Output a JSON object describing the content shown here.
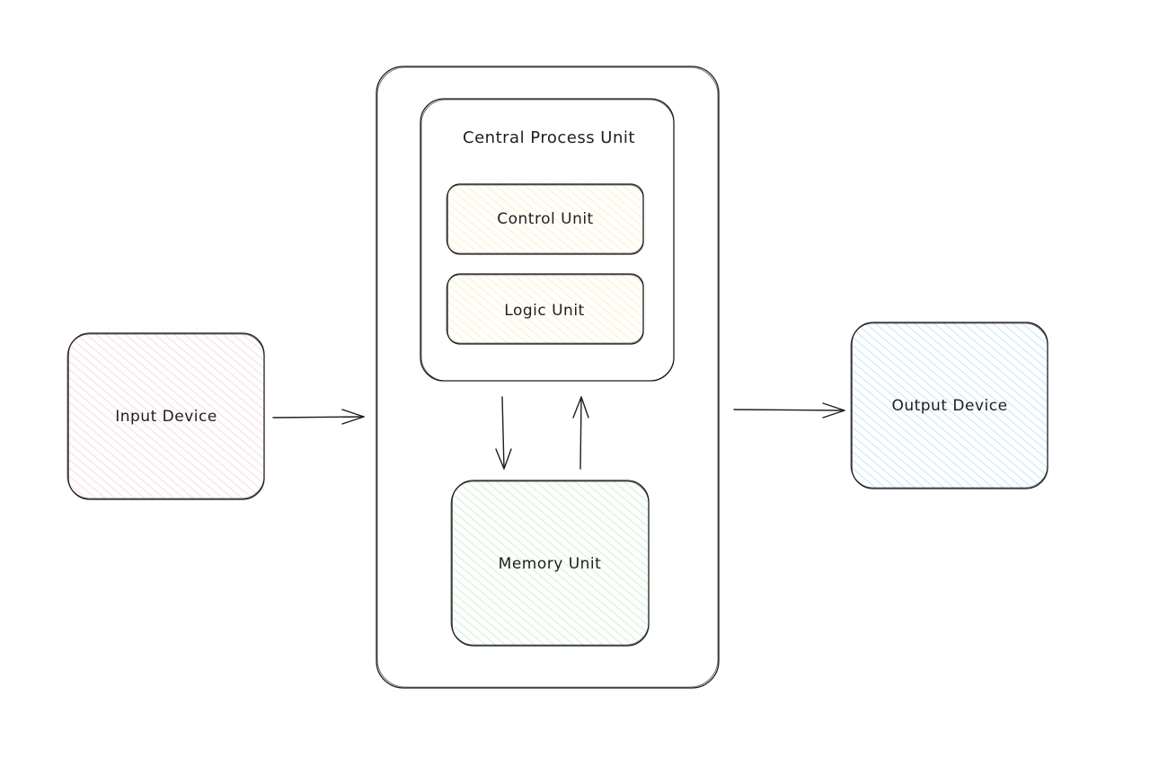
{
  "diagram": {
    "input_device": {
      "label": "Input Device",
      "fill": "#ffc9c9"
    },
    "output_device": {
      "label": "Output Device",
      "fill": "#a5d8ff"
    },
    "cpu": {
      "label": "Central Process Unit"
    },
    "control_unit": {
      "label": "Control Unit",
      "fill": "#ffec99"
    },
    "logic_unit": {
      "label": "Logic Unit",
      "fill": "#ffec99"
    },
    "memory_unit": {
      "label": "Memory Unit",
      "fill": "#b2f2bb"
    },
    "stroke_color": "#1e1e1e"
  }
}
